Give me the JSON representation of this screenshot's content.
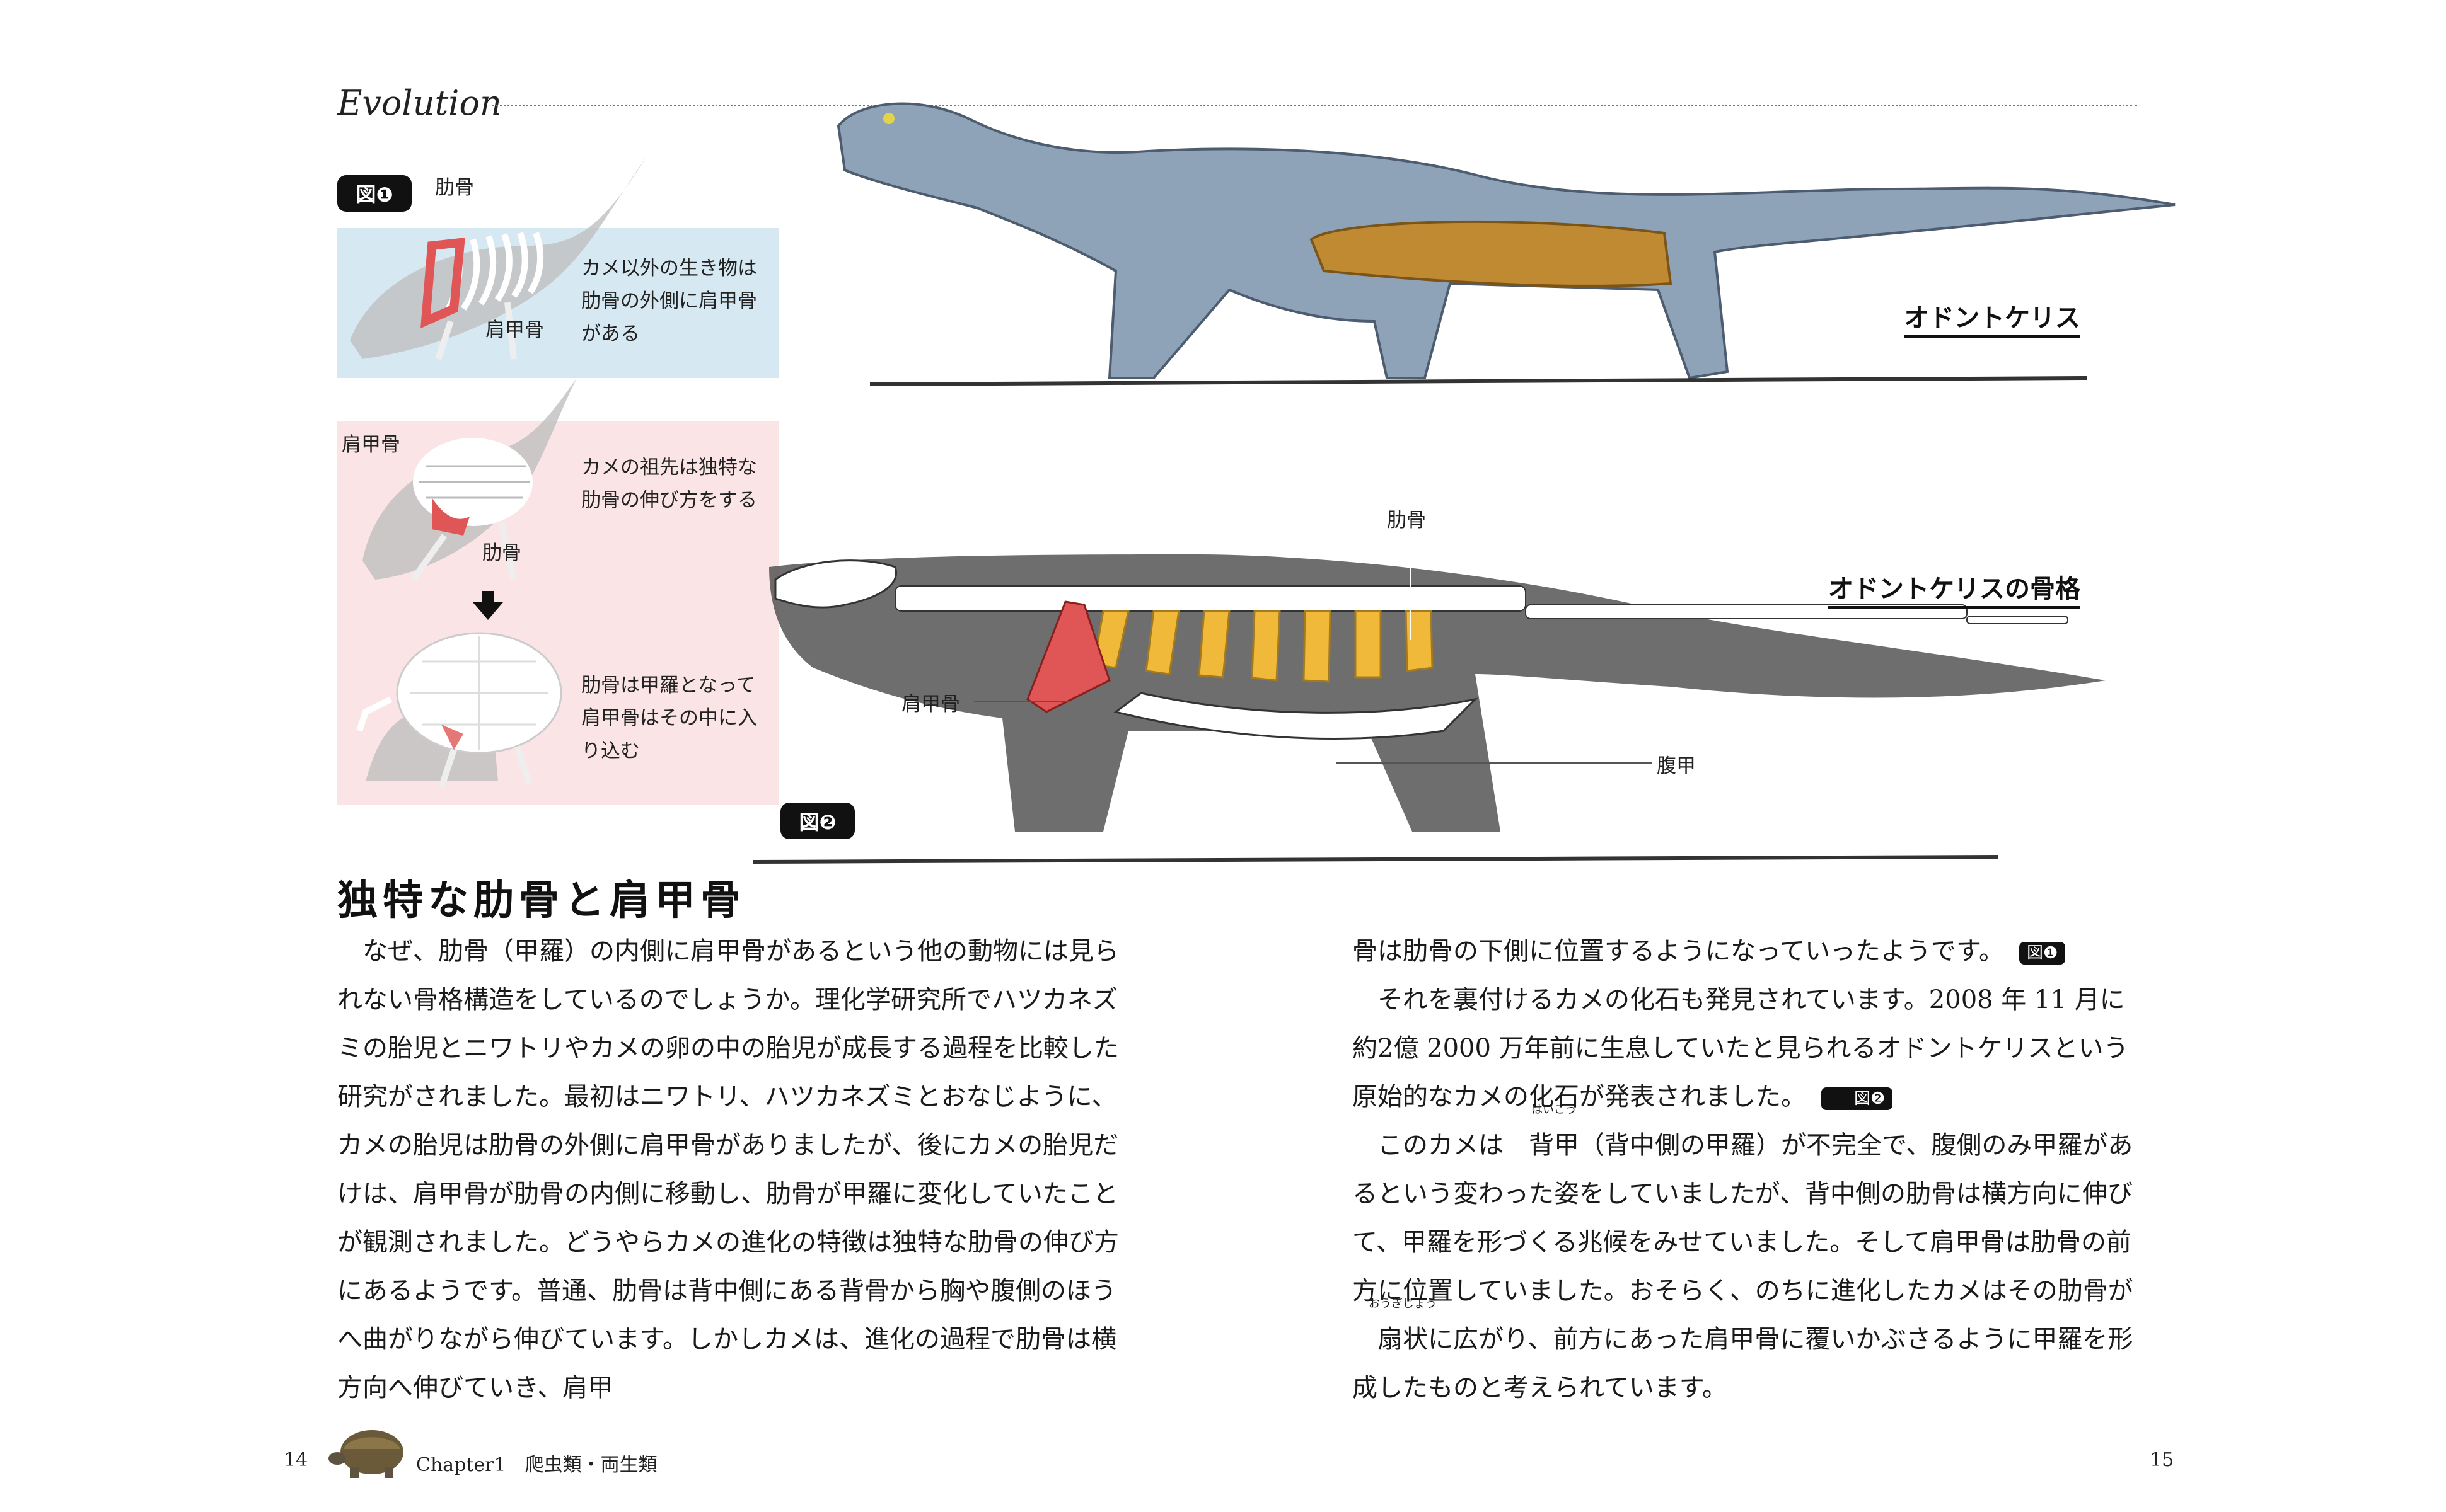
{
  "header": {
    "section_label": "Evolution"
  },
  "figure1": {
    "badge": "図❶",
    "panel_top": {
      "label_rib": "肋骨",
      "label_scapula": "肩甲骨",
      "caption": "カメ以外の生き物は肋骨の外側に肩甲骨がある",
      "bg": "#d6e9f3"
    },
    "panel_middle": {
      "label_scapula": "肩甲骨",
      "label_rib": "肋骨",
      "caption": "カメの祖先は独特な肋骨の伸び方をする",
      "bg": "#fbe4e5"
    },
    "panel_bottom": {
      "caption": "肋骨は甲羅となって肩甲骨はその中に入り込む",
      "bg": "#fbe4e5"
    }
  },
  "figure2": {
    "badge": "図❷",
    "animal_title": "オドントケリス",
    "skeleton_title": "オドントケリスの骨格",
    "label_rib": "肋骨",
    "label_scapula": "肩甲骨",
    "label_plastron": "腹甲"
  },
  "article": {
    "heading": "独特な肋骨と肩甲骨",
    "left_paragraph": "なぜ、肋骨（甲羅）の内側に肩甲骨があるという他の動物には見られない骨格構造をしているのでしょうか。理化学研究所でハツカネズミの胎児とニワトリやカメの卵の中の胎児が成長する過程を比較した研究がされました。最初はニワトリ、ハツカネズミとおなじように、カメの胎児は肋骨の外側に肩甲骨がありましたが、後にカメの胎児だけは、肩甲骨が肋骨の内側に移動し、肋骨が甲羅に変化していたことが観測されました。どうやらカメの進化の特徴は独特な肋骨の伸び方にあるようです。普通、肋骨は背中側にある背骨から胸や腹側のほうへ曲がりながら伸びています。しかしカメは、進化の過程で肋骨は横方向へ伸びていき、肩甲",
    "right_p1": "骨は肋骨の下側に位置するようになっていったようです。",
    "right_p1_ref": "図❶",
    "right_p2": "それを裏付けるカメの化石も発見されています。2008 年 11 月に約2億 2000 万年前に生息していたと見られるオドントケリスという原始的なカメの化石が発表されました。",
    "right_p2_ref": "図❷",
    "right_p3_a": "このカメは",
    "right_p3_ruby1_base": "背甲",
    "right_p3_ruby1_reading": "はいこう",
    "right_p3_b": "（背中側の甲羅）が不完全で、腹側のみ甲羅があるという変わった姿をしていましたが、背中側の肋骨は横方向に伸びて、甲羅を形づくる兆候をみせていました。そして肩甲骨は肋骨の前方に位置していました。おそらく、のちに進化したカメはその肋骨が",
    "right_p3_ruby2_base": "扇状",
    "right_p3_ruby2_reading": "おうぎじょう",
    "right_p3_c": "に広がり、前方にあった肩甲骨に覆いかぶさるように甲羅を形成したものと考えられています。"
  },
  "footer": {
    "left_page_number": "14",
    "chapter": "Chapter1　爬虫類・両生類",
    "right_page_number": "15"
  },
  "colors": {
    "rib_yellow": "#f0b93a",
    "scapula_red": "#e05555",
    "blue_panel": "#d6e9f3",
    "pink_panel": "#fbe4e5"
  }
}
